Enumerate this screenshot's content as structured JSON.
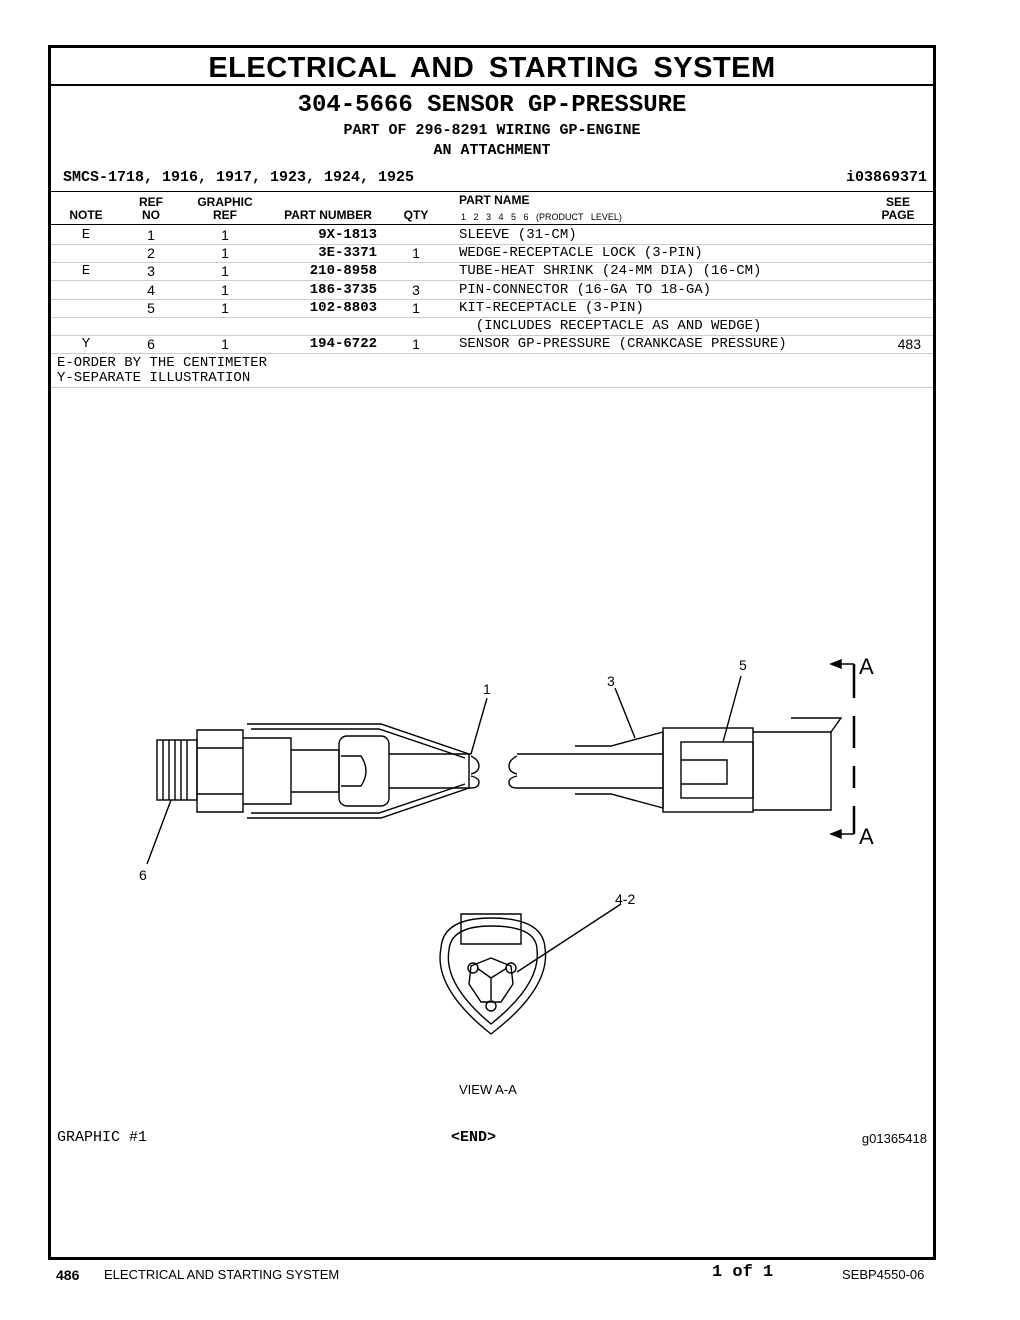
{
  "header": {
    "title": "ELECTRICAL AND STARTING SYSTEM",
    "group_title": "304-5666 SENSOR GP-PRESSURE",
    "part_of": "PART OF 296-8291 WIRING GP-ENGINE",
    "attachment": "AN ATTACHMENT",
    "smcs": "SMCS-1718, 1916, 1917, 1923, 1924, 1925",
    "ident": "i03869371"
  },
  "columns": {
    "note": "NOTE",
    "ref_top": "REF",
    "ref_bottom": "NO",
    "graphic_top": "GRAPHIC",
    "graphic_bottom": "REF",
    "part_number": "PART NUMBER",
    "qty": "QTY",
    "part_name": "PART NAME",
    "levels": "1  2  3  4  5  6  (PRODUCT LEVEL)",
    "see_top": "SEE",
    "see_bottom": "PAGE"
  },
  "rows": [
    {
      "note": "E",
      "ref": "1",
      "graphic": "1",
      "part_number": "9X-1813",
      "qty": "",
      "name": "SLEEVE (31-CM)",
      "see": ""
    },
    {
      "note": "",
      "ref": "2",
      "graphic": "1",
      "part_number": "3E-3371",
      "qty": "1",
      "name": "WEDGE-RECEPTACLE LOCK (3-PIN)",
      "see": ""
    },
    {
      "note": "E",
      "ref": "3",
      "graphic": "1",
      "part_number": "210-8958",
      "qty": "",
      "name": "TUBE-HEAT SHRINK (24-MM DIA) (16-CM)",
      "see": ""
    },
    {
      "note": "",
      "ref": "4",
      "graphic": "1",
      "part_number": "186-3735",
      "qty": "3",
      "name": "PIN-CONNECTOR (16-GA TO 18-GA)",
      "see": ""
    },
    {
      "note": "",
      "ref": "5",
      "graphic": "1",
      "part_number": "102-8803",
      "qty": "1",
      "name": "KIT-RECEPTACLE (3-PIN)",
      "see": ""
    },
    {
      "note": "",
      "ref": "",
      "graphic": "",
      "part_number": "",
      "qty": "",
      "name": "  (INCLUDES RECEPTACLE AS AND WEDGE)",
      "see": ""
    },
    {
      "note": "Y",
      "ref": "6",
      "graphic": "1",
      "part_number": "194-6722",
      "qty": "1",
      "name": "SENSOR GP-PRESSURE (CRANKCASE PRESSURE)",
      "see": "483"
    }
  ],
  "notes": {
    "e": "E-ORDER BY THE CENTIMETER",
    "y": "Y-SEPARATE ILLUSTRATION"
  },
  "illustration": {
    "callout_1": "1",
    "callout_3": "3",
    "callout_5": "5",
    "callout_6": "6",
    "callout_4_2": "4-2",
    "section_a_top": "A",
    "section_a_bottom": "A",
    "view_label": "VIEW A-A"
  },
  "footer": {
    "graphic": "GRAPHIC #1",
    "end": "<END>",
    "graphic_id": "g01365418",
    "page_number": "486",
    "section": "ELECTRICAL AND STARTING SYSTEM",
    "page_of": "1 of 1",
    "doc_id": "SEBP4550-06"
  }
}
